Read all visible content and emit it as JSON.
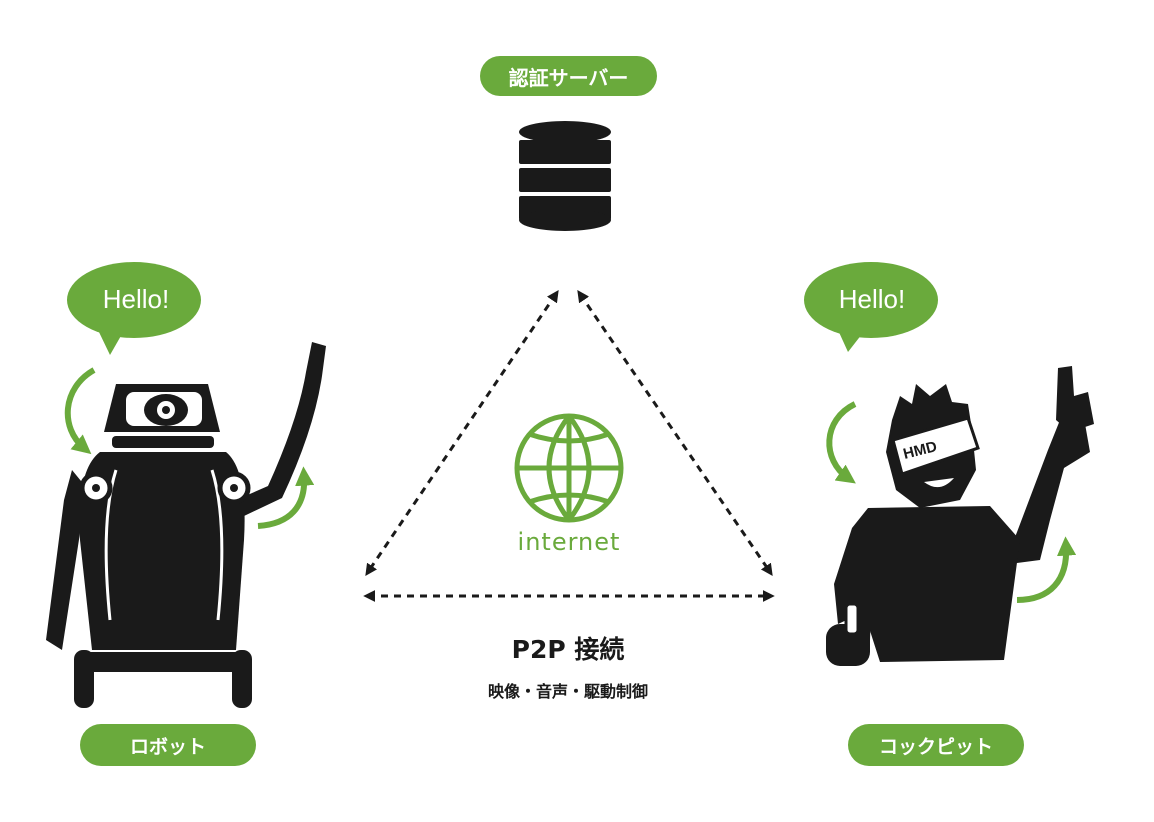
{
  "server": {
    "label": "認証サーバー"
  },
  "internet": {
    "label": "internet"
  },
  "robot": {
    "label": "ロボット",
    "bubble": "Hello!"
  },
  "cockpit": {
    "label": "コックピット",
    "bubble": "Hello!",
    "hmd_label": "HMD"
  },
  "connection": {
    "title": "P2P 接続",
    "subtitle": "映像・音声・駆動制御"
  },
  "colors": {
    "accent": "#6aaa3c",
    "ink": "#1a1a1a",
    "background": "#ffffff"
  },
  "icons": [
    "database-icon",
    "globe-icon",
    "robot-figure",
    "person-figure",
    "speech-bubble",
    "curved-arrow"
  ]
}
